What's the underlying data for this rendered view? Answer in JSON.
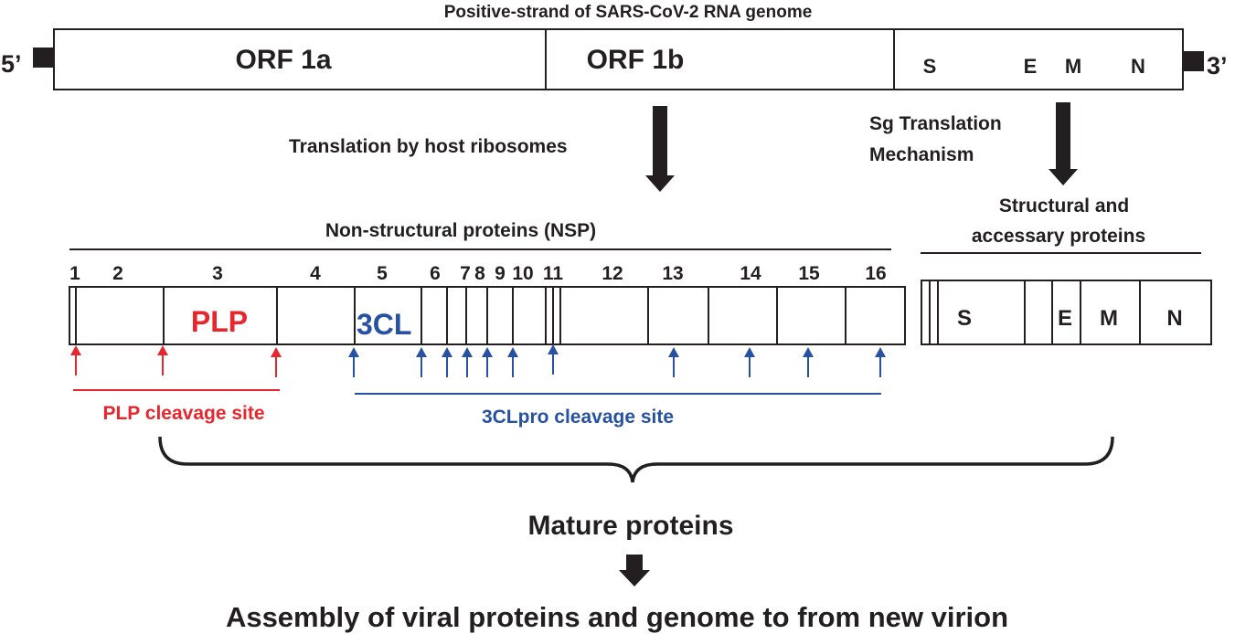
{
  "title": "Positive-strand of SARS-CoV-2 RNA genome",
  "genome": {
    "five_prime": "5’",
    "three_prime": "3’",
    "orf1a": "ORF 1a",
    "orf1b": "ORF 1b",
    "genes": [
      "S",
      "E",
      "M",
      "N"
    ]
  },
  "translation_host": "Translation by host ribosomes",
  "sg_translation": [
    "Sg Translation",
    "Mechanism"
  ],
  "nsp": {
    "title": "Non-structural proteins (NSP)",
    "numbers": [
      "1",
      "2",
      "3",
      "4",
      "5",
      "6",
      "7",
      "8",
      "9",
      "10",
      "11",
      "12",
      "13",
      "14",
      "15",
      "16"
    ],
    "plp_label": "PLP",
    "cl_label": "3CL"
  },
  "structural": {
    "title": [
      "Structural and",
      "accessary proteins"
    ],
    "genes": [
      "S",
      "E",
      "M",
      "N"
    ]
  },
  "cleavage": {
    "plp": "PLP cleavage site",
    "cl": "3CLpro cleavage site"
  },
  "mature": "Mature proteins",
  "assembly": "Assembly of viral proteins and genome to from new virion",
  "colors": {
    "plp": "#e8262d",
    "cl": "#2752a3",
    "ink": "#231f20"
  }
}
